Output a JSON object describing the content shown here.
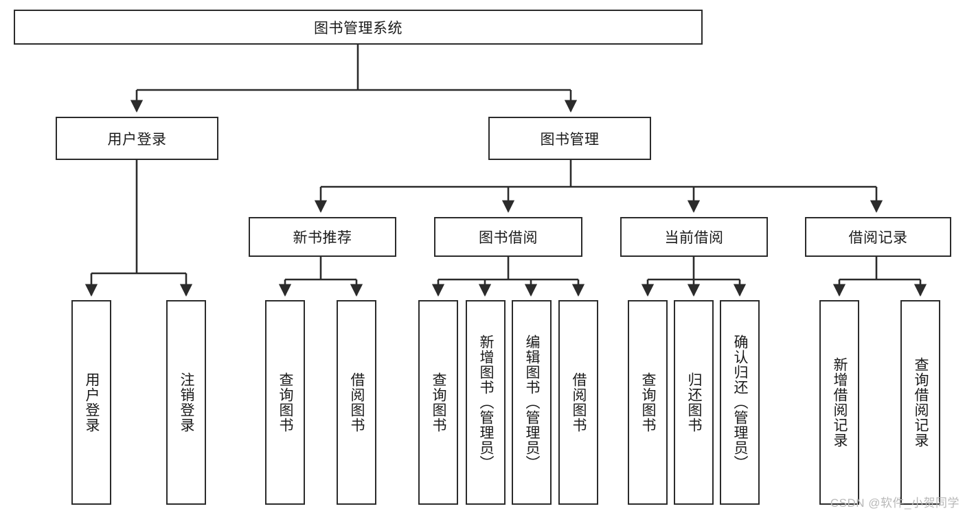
{
  "diagram": {
    "type": "tree-hierarchy",
    "title": "图书管理系统",
    "watermark": "CSDN @软件_小贺同学",
    "colors": {
      "border": "#2b2b2b",
      "background": "#ffffff",
      "text": "#1a1a1a",
      "watermark": "#b8b8b8"
    },
    "levels": {
      "root": {
        "label": "图书管理系统"
      },
      "level2": [
        {
          "label": "用户登录"
        },
        {
          "label": "图书管理"
        }
      ],
      "level3": [
        {
          "label": "新书推荐"
        },
        {
          "label": "图书借阅"
        },
        {
          "label": "当前借阅"
        },
        {
          "label": "借阅记录"
        }
      ],
      "leaves": [
        {
          "label": "用户登录",
          "parent": "用户登录"
        },
        {
          "label": "注销登录",
          "parent": "用户登录"
        },
        {
          "label": "查询图书",
          "parent": "新书推荐"
        },
        {
          "label": "借阅图书",
          "parent": "新书推荐"
        },
        {
          "label": "查询图书",
          "parent": "图书借阅"
        },
        {
          "label": "新增图书（管理员）",
          "parent": "图书借阅"
        },
        {
          "label": "编辑图书（管理员）",
          "parent": "图书借阅"
        },
        {
          "label": "借阅图书",
          "parent": "图书借阅"
        },
        {
          "label": "查询图书",
          "parent": "当前借阅"
        },
        {
          "label": "归还图书",
          "parent": "当前借阅"
        },
        {
          "label": "确认归还（管理员）",
          "parent": "当前借阅"
        },
        {
          "label": "新增借阅记录",
          "parent": "借阅记录"
        },
        {
          "label": "查询借阅记录",
          "parent": "借阅记录"
        }
      ]
    }
  }
}
